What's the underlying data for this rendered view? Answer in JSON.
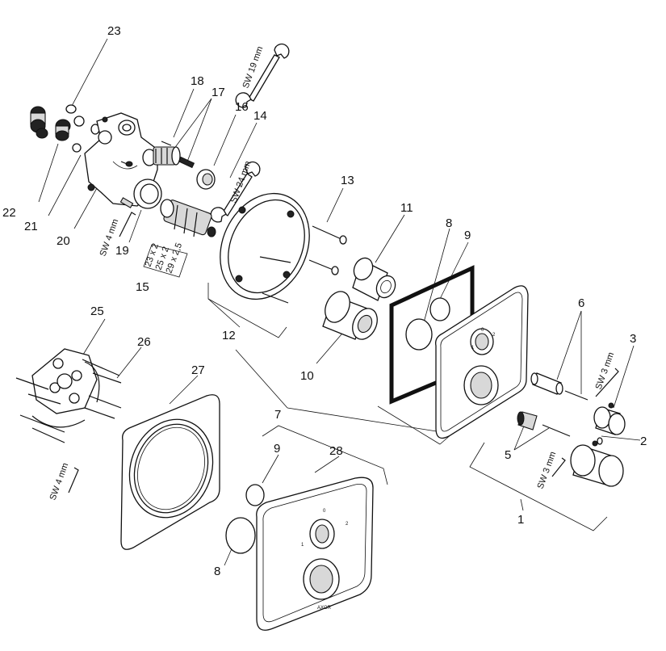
{
  "callouts": [
    "1",
    "2",
    "3",
    "5",
    "6",
    "7",
    "8",
    "9",
    "10",
    "11",
    "12",
    "13",
    "14",
    "15",
    "16",
    "17",
    "18",
    "19",
    "20",
    "21",
    "22",
    "23",
    "25",
    "26",
    "27",
    "28"
  ],
  "second_labels": {
    "eight": "8",
    "nine": "9"
  },
  "tool_labels": {
    "sw19": "SW 19 mm",
    "sw24": "SW 24 mm",
    "sw4_upper": "SW 4 mm",
    "sw4_lower": "SW 4 mm",
    "sw3_upper": "SW 3 mm",
    "sw3_lower": "SW 3 mm"
  },
  "oring_sizes": [
    "23 x 2",
    "25 x 2",
    "29 x 2,5"
  ],
  "trim_marks": {
    "zero": "0",
    "one": "1",
    "two": "2",
    "brand": "AXOR"
  }
}
